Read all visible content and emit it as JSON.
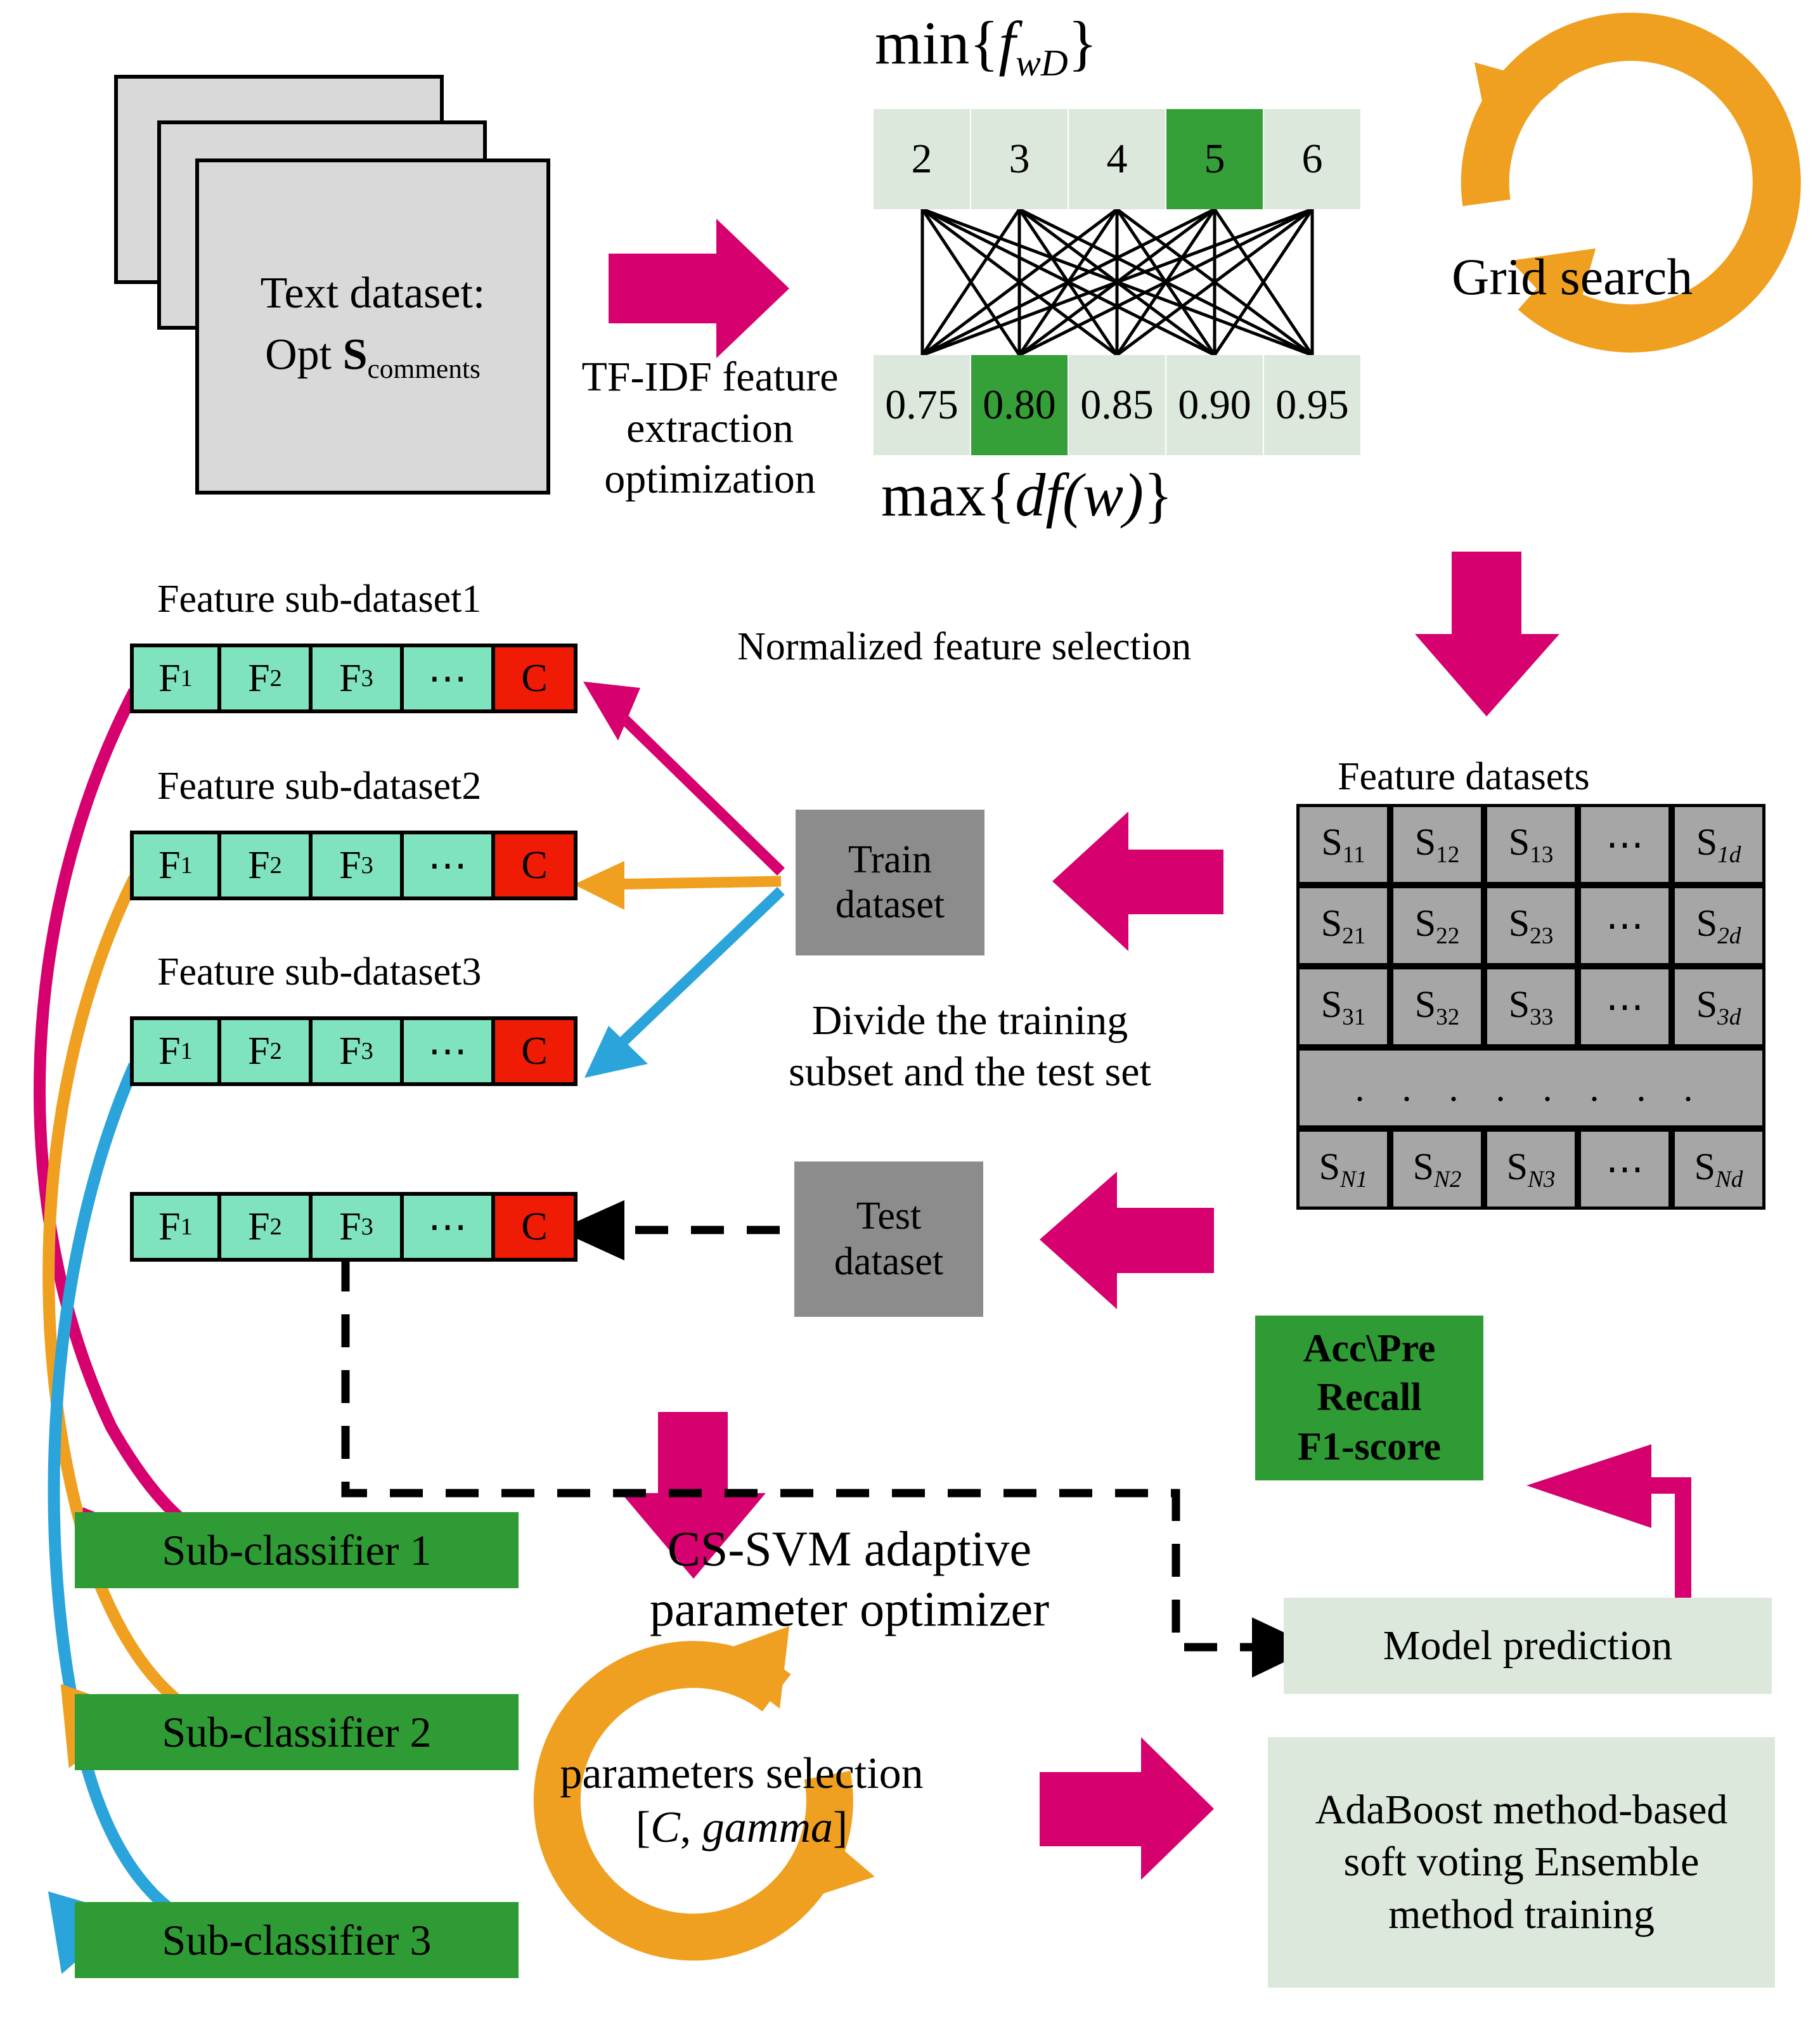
{
  "colors": {
    "magenta": "#D6006E",
    "orange": "#F0A020",
    "blue": "#2BA4DC",
    "green_dark": "#2E9B34",
    "green_cell": "#35A037",
    "green_pale": "#DDE8DD",
    "mint": "#7FE3BD",
    "red": "#EF1B05",
    "grey_box": "#8C8C8C",
    "grey_matrix": "#A6A6A6",
    "grey_sheet": "#D9D9D9"
  },
  "source": {
    "title_line1": "Text dataset:",
    "title_line2_prefix": "Opt ",
    "title_line2_bold": "S",
    "title_line2_sub": "comments"
  },
  "tfidf": {
    "line1": "TF-IDF feature",
    "line2": "extraction",
    "line3": "optimization"
  },
  "gridsearch": {
    "top_formula_prefix": "min{",
    "top_formula_f": "f",
    "top_formula_sub": "wD",
    "top_formula_suffix": "}",
    "bottom_formula_prefix": "max{",
    "bottom_formula_df": "df",
    "bottom_formula_w": "(w)",
    "bottom_formula_suffix": "}",
    "top_cells": [
      "2",
      "3",
      "4",
      "5",
      "6"
    ],
    "top_selected_index": 3,
    "bottom_cells": [
      "0.75",
      "0.80",
      "0.85",
      "0.90",
      "0.95"
    ],
    "bottom_selected_index": 1,
    "label": "Grid search"
  },
  "normalized_label": "Normalized feature selection",
  "feature_datasets": {
    "title": "Feature datasets",
    "rows": [
      [
        {
          "base": "S",
          "sub": "11"
        },
        {
          "base": "S",
          "sub": "12"
        },
        {
          "base": "S",
          "sub": "13"
        },
        {
          "dots": true
        },
        {
          "base": "S",
          "sub": "1d",
          "italic": true
        }
      ],
      [
        {
          "base": "S",
          "sub": "21"
        },
        {
          "base": "S",
          "sub": "22"
        },
        {
          "base": "S",
          "sub": "23"
        },
        {
          "dots": true
        },
        {
          "base": "S",
          "sub": "2d",
          "italic": true
        }
      ],
      [
        {
          "base": "S",
          "sub": "31"
        },
        {
          "base": "S",
          "sub": "32"
        },
        {
          "base": "S",
          "sub": "33"
        },
        {
          "dots": true
        },
        {
          "base": "S",
          "sub": "3d",
          "italic": true
        }
      ],
      [
        {
          "base": "S",
          "sub": "N1",
          "italic": true
        },
        {
          "base": "S",
          "sub": "N2",
          "italic": true
        },
        {
          "base": "S",
          "sub": "N3",
          "italic": true
        },
        {
          "dots": true
        },
        {
          "base": "S",
          "sub": "Nd",
          "italic": true
        }
      ]
    ],
    "ellipsis_row": ". . . . . . . ."
  },
  "sub_datasets": [
    {
      "title": "Feature sub-dataset1"
    },
    {
      "title": "Feature sub-dataset2"
    },
    {
      "title": "Feature sub-dataset3"
    }
  ],
  "feature_row_cells": [
    {
      "base": "F",
      "sub": "1"
    },
    {
      "base": "F",
      "sub": "2"
    },
    {
      "base": "F",
      "sub": "3"
    },
    {
      "dots": true
    },
    {
      "base": "C",
      "sub": "",
      "cls": true
    }
  ],
  "train_box": {
    "line1": "Train",
    "line2": "dataset"
  },
  "test_box": {
    "line1": "Test",
    "line2": "dataset"
  },
  "divide_label": {
    "line1": "Divide the training",
    "line2": "subset and the test set"
  },
  "cssvm_label": {
    "line1": "CS-SVM adaptive",
    "line2": "parameter optimizer"
  },
  "params_label": {
    "line1": "parameters selection",
    "line2_open": "[",
    "line2_c": "C",
    "line2_comma": ", ",
    "line2_gamma": "gamma",
    "line2_close": "]"
  },
  "sub_classifiers": [
    {
      "label": "Sub-classifier 1",
      "color": "#D6006E"
    },
    {
      "label": "Sub-classifier 2",
      "color": "#F0A020"
    },
    {
      "label": "Sub-classifier 3",
      "color": "#2BA4DC"
    }
  ],
  "metrics_box": {
    "line1": "Acc\\Pre",
    "line2": "Recall",
    "line3": "F1-score"
  },
  "model_prediction": {
    "label": "Model prediction"
  },
  "adaboost_box": {
    "line1": "AdaBoost method-based",
    "line2": "soft voting Ensemble",
    "line3": "method training"
  }
}
